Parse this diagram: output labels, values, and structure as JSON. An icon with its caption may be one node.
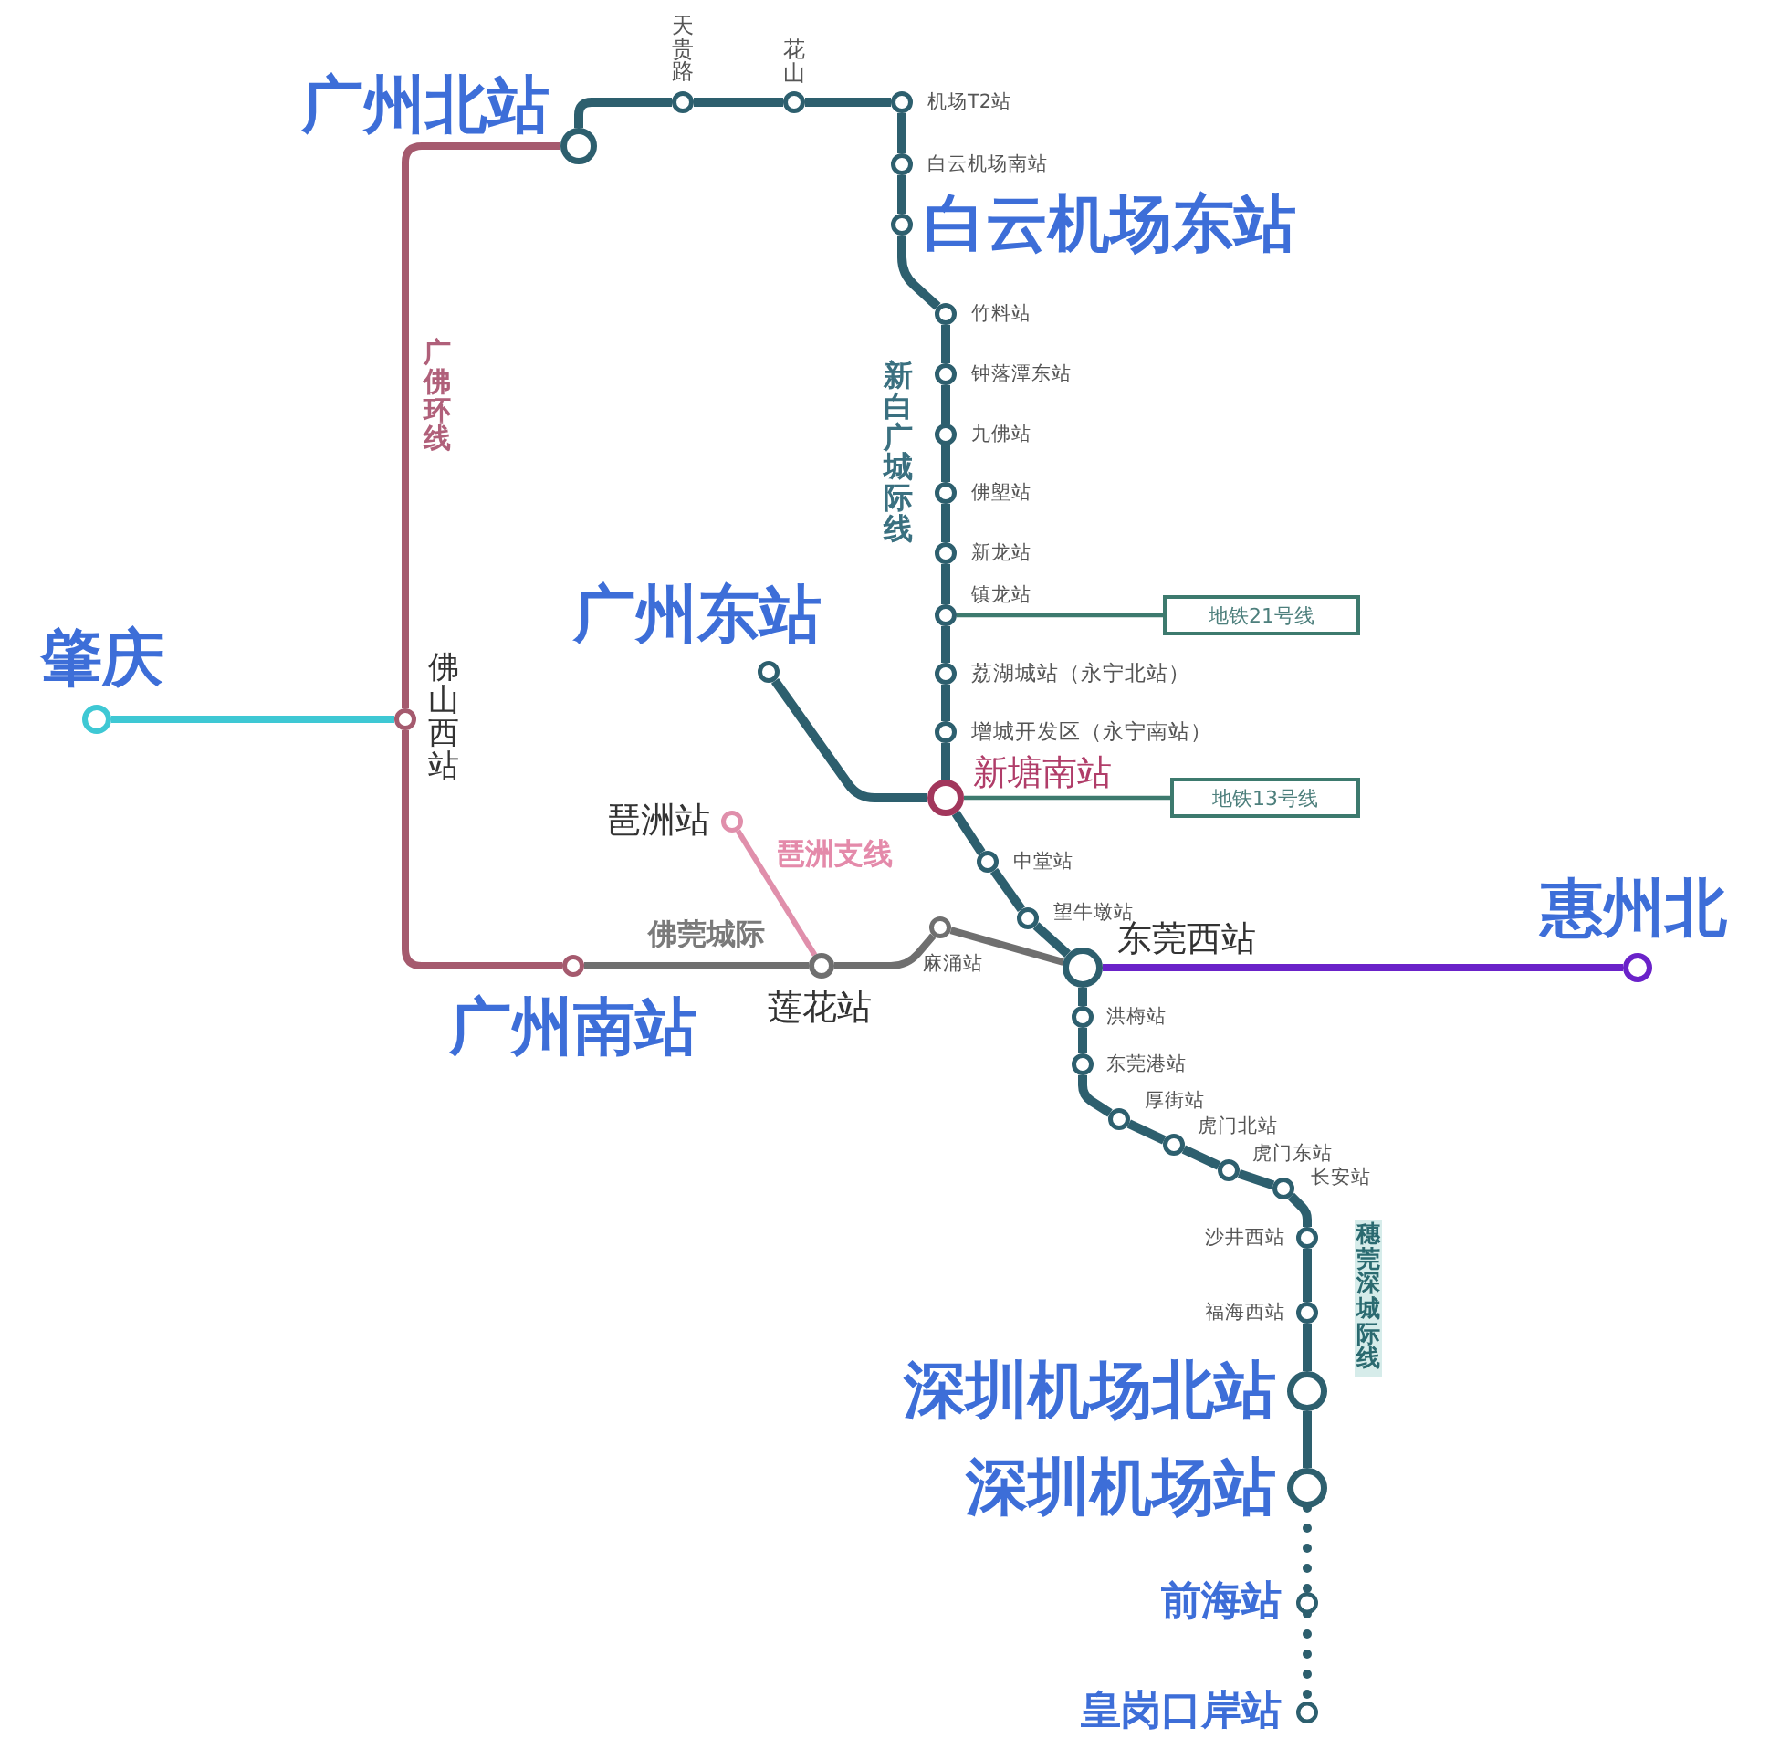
{
  "diagram": {
    "nodes": [
      {
        "text": [],
        "shape": "circle",
        "beside": [
          "广州北站"
        ]
      },
      {
        "text": [],
        "shape": "circle",
        "beside": [
          "天贵路"
        ]
      },
      {
        "text": [],
        "shape": "circle",
        "beside": [
          "花山"
        ]
      },
      {
        "text": [],
        "shape": "circle",
        "beside": [
          "机场T2站"
        ]
      },
      {
        "text": [],
        "shape": "circle",
        "beside": [
          "白云机场南站"
        ]
      },
      {
        "text": [],
        "shape": "circle",
        "beside": [
          "白云机场东站"
        ]
      },
      {
        "text": [],
        "shape": "circle",
        "beside": [
          "竹料站"
        ]
      },
      {
        "text": [],
        "shape": "circle",
        "beside": [
          "钟落潭东站"
        ]
      },
      {
        "text": [],
        "shape": "circle",
        "beside": [
          "九佛站"
        ]
      },
      {
        "text": [],
        "shape": "circle",
        "beside": [
          "佛塱站"
        ]
      },
      {
        "text": [],
        "shape": "circle",
        "beside": [
          "新龙站"
        ]
      },
      {
        "text": [],
        "shape": "circle",
        "beside": [
          "镇龙站"
        ]
      },
      {
        "text": [
          "地铁21号线"
        ]
      },
      {
        "text": [],
        "shape": "circle",
        "beside": [
          "荔湖城站（永宁北站）"
        ]
      },
      {
        "text": [],
        "shape": "circle",
        "beside": [
          "增城开发区（永宁南站）"
        ]
      },
      {
        "text": [],
        "shape": "circle",
        "beside": [
          "广州东站"
        ]
      },
      {
        "text": [],
        "shape": "circle",
        "beside": [
          "新塘南站"
        ]
      },
      {
        "text": [
          "地铁13号线"
        ]
      },
      {
        "text": [],
        "shape": "circle",
        "beside": [
          "肇庆"
        ]
      },
      {
        "text": [],
        "shape": "circle",
        "beside": [
          "佛山西站"
        ]
      },
      {
        "text": [],
        "shape": "circle",
        "beside": [
          "琶洲站"
        ]
      },
      {
        "text": [],
        "shape": "circle",
        "beside": [
          "中堂站"
        ]
      },
      {
        "text": [],
        "shape": "circle",
        "beside": [
          "望牛墩站"
        ]
      },
      {
        "text": [],
        "shape": "circle",
        "beside": [
          "麻涌站"
        ]
      },
      {
        "text": [],
        "shape": "circle",
        "beside": [
          "广州南站"
        ]
      },
      {
        "text": [],
        "shape": "circle",
        "beside": [
          "莲花站"
        ]
      },
      {
        "text": [],
        "shape": "circle",
        "beside": [
          "东莞西站"
        ]
      },
      {
        "text": [],
        "shape": "circle",
        "beside": [
          "惠州北"
        ]
      },
      {
        "text": [],
        "shape": "circle",
        "beside": [
          "洪梅站"
        ]
      },
      {
        "text": [],
        "shape": "circle",
        "beside": [
          "东莞港站"
        ]
      },
      {
        "text": [],
        "shape": "circle",
        "beside": [
          "厚街站"
        ]
      },
      {
        "text": [],
        "shape": "circle",
        "beside": [
          "虎门北站"
        ]
      },
      {
        "text": [],
        "shape": "circle",
        "beside": [
          "虎门东站"
        ]
      },
      {
        "text": [],
        "shape": "circle",
        "beside": [
          "长安站"
        ]
      },
      {
        "text": [],
        "shape": "circle",
        "beside": [
          "沙井西站"
        ]
      },
      {
        "text": [],
        "shape": "circle",
        "beside": [
          "福海西站"
        ]
      },
      {
        "text": [],
        "shape": "circle",
        "beside": [
          "深圳机场北站"
        ]
      },
      {
        "text": [],
        "shape": "circle",
        "beside": [
          "深圳机场站"
        ]
      },
      {
        "text": [],
        "shape": "circle",
        "beside": [
          "前海站"
        ]
      },
      {
        "text": [],
        "shape": "circle",
        "beside": [
          "皇岗口岸站"
        ]
      }
    ],
    "edges": [
      {
        "from": 0,
        "to": 1,
        "arrow": "none"
      },
      {
        "from": 1,
        "to": 2,
        "arrow": "none"
      },
      {
        "from": 2,
        "to": 3,
        "arrow": "none"
      },
      {
        "from": 3,
        "to": 4,
        "arrow": "none"
      },
      {
        "from": 4,
        "to": 5,
        "arrow": "none"
      },
      {
        "from": 5,
        "to": 6,
        "arrow": "none"
      },
      {
        "from": 6,
        "to": 7,
        "arrow": "none"
      },
      {
        "from": 7,
        "to": 8,
        "arrow": "none"
      },
      {
        "from": 8,
        "to": 9,
        "arrow": "none"
      },
      {
        "from": 9,
        "to": 10,
        "arrow": "none"
      },
      {
        "from": 10,
        "to": 11,
        "arrow": "none"
      },
      {
        "from": 11,
        "to": 12,
        "arrow": "none",
        "color": "#3d7a6e"
      },
      {
        "from": 11,
        "to": 13,
        "arrow": "none"
      },
      {
        "from": 13,
        "to": 14,
        "arrow": "none"
      },
      {
        "from": 14,
        "to": 16,
        "arrow": "none"
      },
      {
        "from": 15,
        "to": 16,
        "arrow": "none"
      },
      {
        "from": 16,
        "to": 17,
        "arrow": "none",
        "color": "#3d7a6e"
      },
      {
        "from": 16,
        "to": 21,
        "arrow": "none"
      },
      {
        "from": 21,
        "to": 22,
        "arrow": "none"
      },
      {
        "from": 22,
        "to": 26,
        "arrow": "none"
      },
      {
        "from": 0,
        "to": 19,
        "arrow": "none",
        "color": "#a55a6e"
      },
      {
        "from": 19,
        "to": 24,
        "arrow": "none",
        "color": "#a55a6e"
      },
      {
        "from": 18,
        "to": 19,
        "arrow": "none",
        "color": "#3ec8d4"
      },
      {
        "from": 24,
        "to": 25,
        "arrow": "none",
        "color": "#6f6f6f"
      },
      {
        "from": 25,
        "to": 23,
        "arrow": "none",
        "color": "#6f6f6f"
      },
      {
        "from": 23,
        "to": 26,
        "arrow": "none",
        "color": "#6f6f6f"
      },
      {
        "from": 20,
        "to": 25,
        "arrow": "none",
        "color": "#e08fab"
      },
      {
        "from": 26,
        "to": 27,
        "arrow": "none",
        "color": "#6a22c9"
      },
      {
        "from": 26,
        "to": 28,
        "arrow": "none"
      },
      {
        "from": 28,
        "to": 29,
        "arrow": "none"
      },
      {
        "from": 29,
        "to": 30,
        "arrow": "none"
      },
      {
        "from": 30,
        "to": 31,
        "arrow": "none"
      },
      {
        "from": 31,
        "to": 32,
        "arrow": "none"
      },
      {
        "from": 32,
        "to": 33,
        "arrow": "none"
      },
      {
        "from": 33,
        "to": 34,
        "arrow": "none"
      },
      {
        "from": 34,
        "to": 35,
        "arrow": "none"
      },
      {
        "from": 35,
        "to": 36,
        "arrow": "none"
      },
      {
        "from": 36,
        "to": 37,
        "arrow": "none"
      },
      {
        "from": 37,
        "to": 38,
        "arrow": "none",
        "style": "dashed"
      },
      {
        "from": 38,
        "to": 39,
        "arrow": "none",
        "style": "dashed"
      }
    ],
    "labels": [
      "广佛环线",
      "新白广城际线",
      "琶洲支线",
      "佛莞城际",
      "穗莞深城际线"
    ]
  }
}
